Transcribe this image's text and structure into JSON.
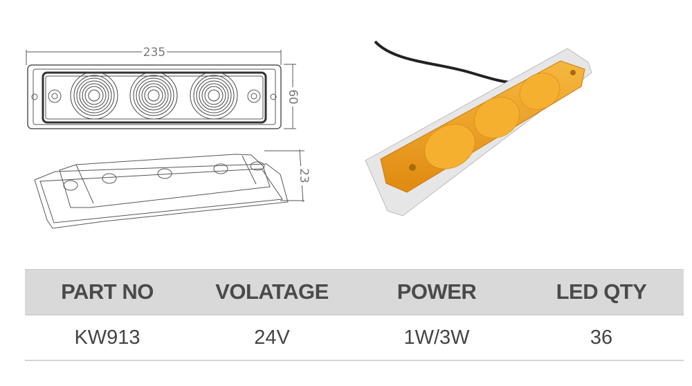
{
  "drawing": {
    "width_label": "235",
    "height_label": "60",
    "depth_label": "23"
  },
  "product_photo": {
    "lens_color": "#f0a020"
  },
  "spec_table": {
    "headers": [
      "PART NO",
      "VOLATAGE",
      "POWER",
      "LED QTY"
    ],
    "rows": [
      [
        "KW913",
        "24V",
        "1W/3W",
        "36"
      ]
    ],
    "header_bg": "#d9d9d9"
  }
}
